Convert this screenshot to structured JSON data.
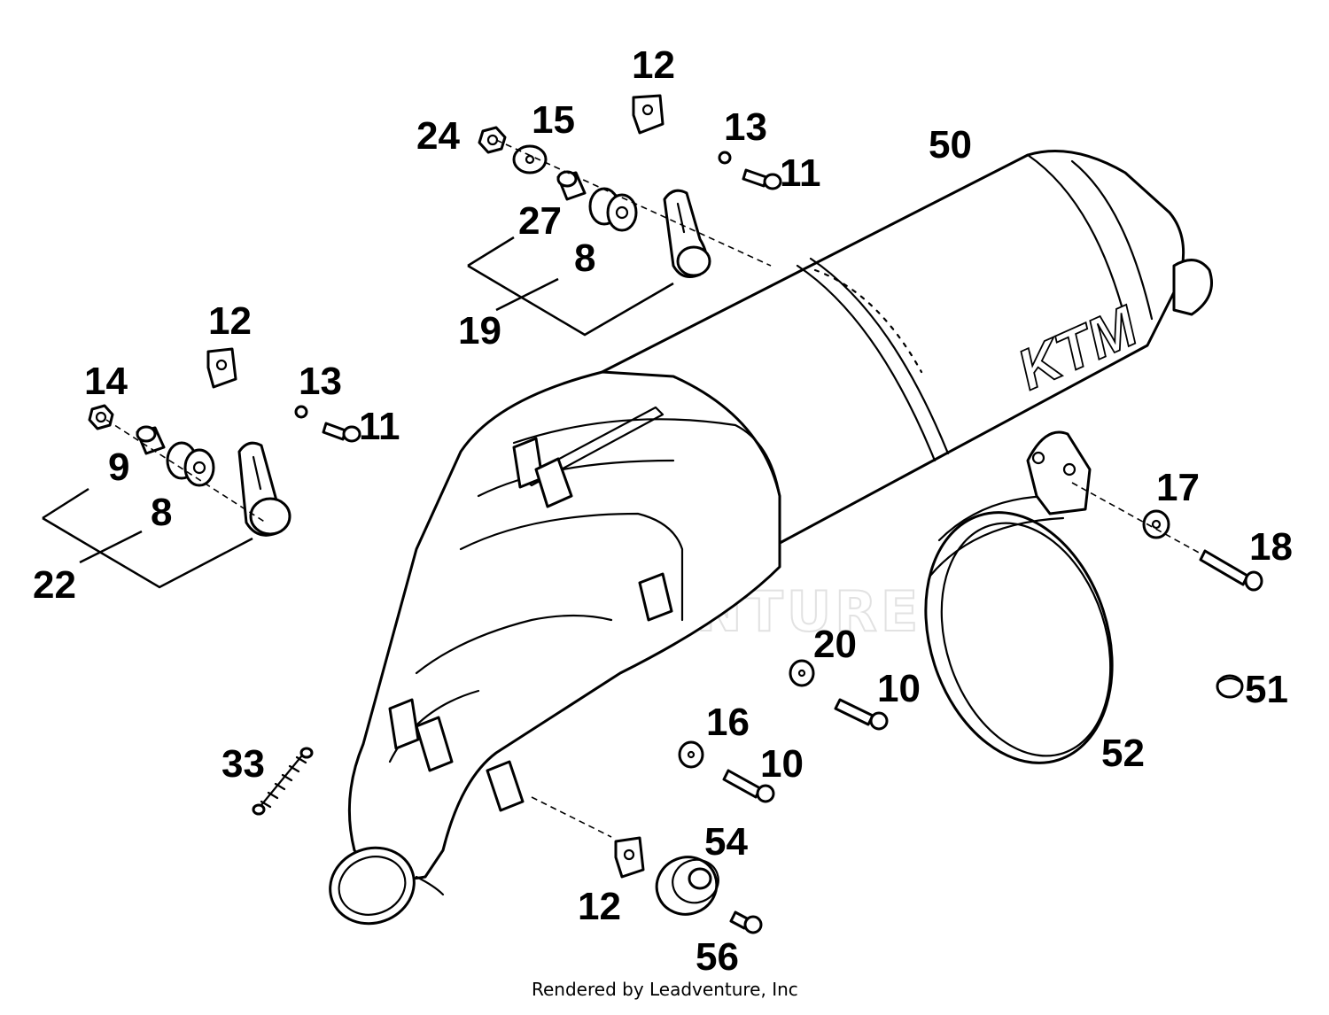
{
  "diagram": {
    "callouts": [
      "12",
      "24",
      "15",
      "13",
      "11",
      "50",
      "27",
      "8",
      "19",
      "12",
      "14",
      "13",
      "11",
      "9",
      "8",
      "22",
      "17",
      "18",
      "20",
      "10",
      "51",
      "16",
      "10",
      "52",
      "33",
      "54",
      "12",
      "56"
    ],
    "footer": "Rendered by Leadventure, Inc",
    "watermark": "LEADVENTURE",
    "silencer_logo": "KTM"
  }
}
